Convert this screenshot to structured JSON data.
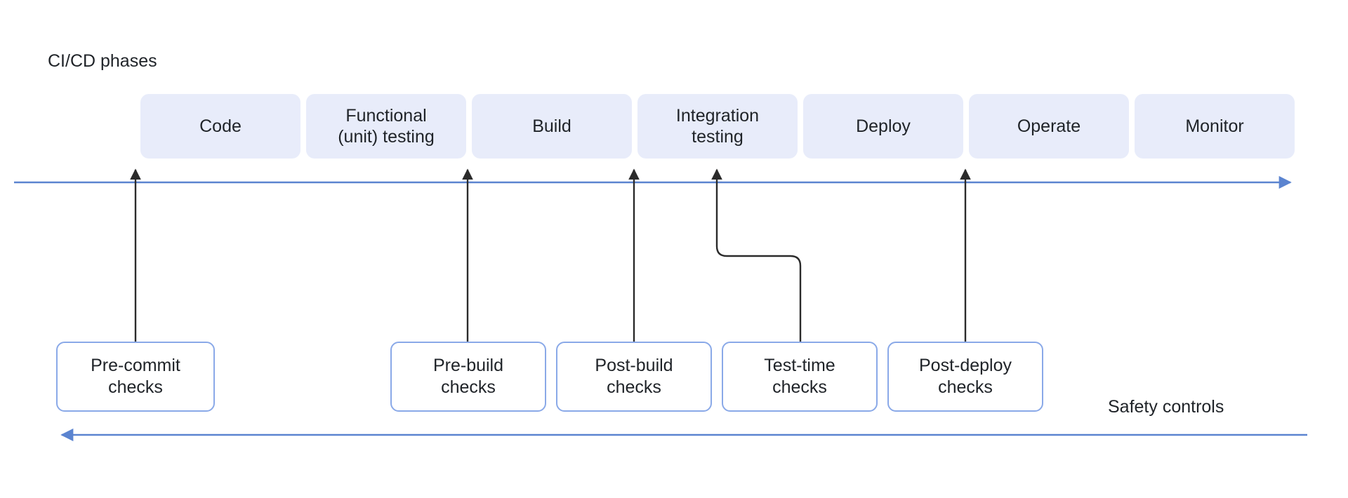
{
  "diagram": {
    "title_phases": "CI/CD phases",
    "title_safety": "Safety controls",
    "colors": {
      "phase_fill": "#e8ecfa",
      "control_border": "#8aa9e8",
      "timeline_arrow": "#5b84d0",
      "connector": "#2b2b2b",
      "text": "#1f2328",
      "background": "#ffffff"
    },
    "phases": [
      {
        "id": "code",
        "label": "Code",
        "line1": "Code",
        "line2": ""
      },
      {
        "id": "functional-unit-testing",
        "label": "Functional (unit) testing",
        "line1": "Functional",
        "line2": "(unit) testing"
      },
      {
        "id": "build",
        "label": "Build",
        "line1": "Build",
        "line2": ""
      },
      {
        "id": "integration-testing",
        "label": "Integration testing",
        "line1": "Integration",
        "line2": "testing"
      },
      {
        "id": "deploy",
        "label": "Deploy",
        "line1": "Deploy",
        "line2": ""
      },
      {
        "id": "operate",
        "label": "Operate",
        "line1": "Operate",
        "line2": ""
      },
      {
        "id": "monitor",
        "label": "Monitor",
        "line1": "Monitor",
        "line2": ""
      }
    ],
    "controls": [
      {
        "id": "pre-commit-checks",
        "label": "Pre-commit checks",
        "line1": "Pre-commit",
        "line2": "checks",
        "targets_phase": "code"
      },
      {
        "id": "pre-build-checks",
        "label": "Pre-build checks",
        "line1": "Pre-build",
        "line2": "checks",
        "targets_phase": "build"
      },
      {
        "id": "post-build-checks",
        "label": "Post-build checks",
        "line1": "Post-build",
        "line2": "checks",
        "targets_phase": "build"
      },
      {
        "id": "test-time-checks",
        "label": "Test-time checks",
        "line1": "Test-time",
        "line2": "checks",
        "targets_phase": "integration-testing"
      },
      {
        "id": "post-deploy-checks",
        "label": "Post-deploy checks",
        "line1": "Post-deploy",
        "line2": "checks",
        "targets_phase": "deploy"
      }
    ]
  }
}
